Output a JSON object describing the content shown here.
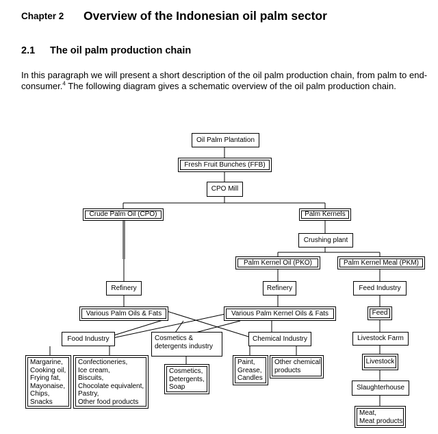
{
  "chapter": {
    "number": "Chapter 2",
    "title": "Overview of the Indonesian oil palm sector"
  },
  "section": {
    "number": "2.1",
    "title": "The oil palm production chain"
  },
  "intro": {
    "text_before": "In this paragraph we will present a short description of the oil palm production chain, from palm to end-consumer.",
    "footnote": "4",
    "text_after": " The following diagram gives a schematic overview of the oil palm production chain."
  },
  "diagram": {
    "plantation": "Oil Palm Plantation",
    "ffb": "Fresh Fruit Bunches (FFB)",
    "cpo_mill": "CPO Mill",
    "cpo": "Crude Palm Oil (CPO)",
    "palm_kernels": "Palm Kernels",
    "crushing_plant": "Crushing plant",
    "pko": "Palm Kernel Oil (PKO)",
    "pkm": "Palm Kernel Meal (PKM)",
    "refinery_left": "Refinery",
    "refinery_right": "Refinery",
    "feed_industry": "Feed Industry",
    "various_palm_oils": "Various Palm Oils & Fats",
    "various_pk_oils": "Various Palm Kernel Oils & Fats",
    "feed": "Feed",
    "food_industry": "Food Industry",
    "cosmetics_industry": "Cosmetics &\ndetergents industry",
    "chemical_industry": "Chemical Industry",
    "livestock_farm": "Livestock Farm",
    "food_products_a": "Margarine,\nCooking oil,\nFrying fat,\nMayonaise,\nChips,\nSnacks",
    "food_products_b": "Confectioneries,\nIce cream,\nBiscuits,\nChocolate equivalent,\nPastry,\nOther food products",
    "cosmetic_products": "Cosmetics,\nDetergents,\nSoap",
    "chemical_products_a": "Paint,\nGrease,\nCandles",
    "chemical_products_b": "Other chemical\nproducts",
    "livestock": "Livestock",
    "slaughterhouse": "Slaughterhouse",
    "meat_products": "Meat,\nMeat products"
  }
}
